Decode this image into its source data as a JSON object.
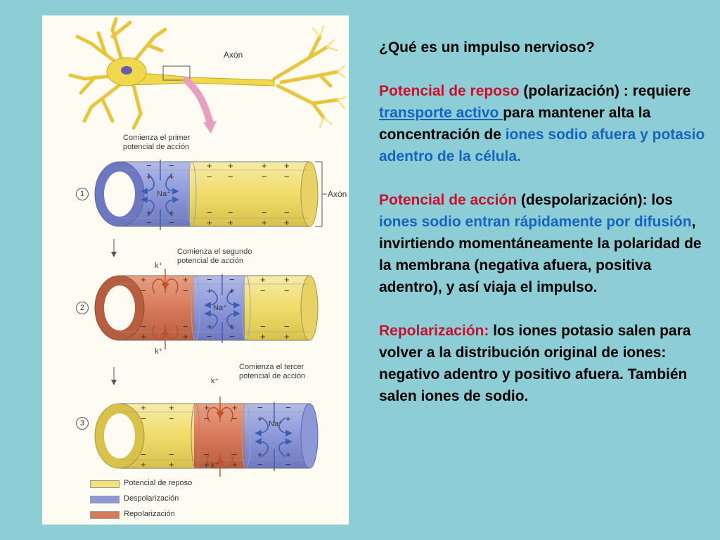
{
  "colors": {
    "background": "#8ccdd6",
    "reposo": "#f2e27a",
    "despolarizacion": "#8d98d8",
    "repolarizacion": "#d77a5a",
    "heading_red": "#c8102e",
    "term_blue": "#1565c0"
  },
  "figure": {
    "axon_top_label": "Axón",
    "axon_side_label": "Axón",
    "step1_caption_l1": "Comienza el primer",
    "step1_caption_l2": "potencial de acción",
    "step2_caption_l1": "Comienza el segundo",
    "step2_caption_l2": "potencial de acción",
    "step3_caption_l1": "Comienza el tercer",
    "step3_caption_l2": "potencial de acción",
    "step_numbers": [
      "1",
      "2",
      "3"
    ],
    "ion_na": "Na⁺",
    "ion_k": "k⁺",
    "legend": [
      {
        "label": "Potencial de reposo",
        "color": "#f2e27a"
      },
      {
        "label": "Despolarización",
        "color": "#8d98d8"
      },
      {
        "label": "Repolarización",
        "color": "#d77a5a"
      }
    ]
  },
  "text": {
    "title": "¿Qué es un impulso nervioso?",
    "p1": {
      "term": "Potencial de reposo",
      "t1": " (polarización) : requiere ",
      "link": "transporte activo ",
      "t2": "para mantener alta la concentración de ",
      "blue": "iones sodio afuera y potasio adentro de la célula."
    },
    "p2": {
      "term": "Potencial de acción",
      "t1": " (despolarización): los ",
      "blue": "iones sodio entran rápidamente por difusión",
      "t2": ", invirtiendo momentáneamente la polaridad de la membrana (negativa afuera, positiva adentro), y así viaja el impulso."
    },
    "p3": {
      "term": "Repolarización:",
      "t1": " los iones potasio salen para volver a la distribución original de iones: negativo adentro y positivo afuera. También salen iones de sodio."
    }
  }
}
